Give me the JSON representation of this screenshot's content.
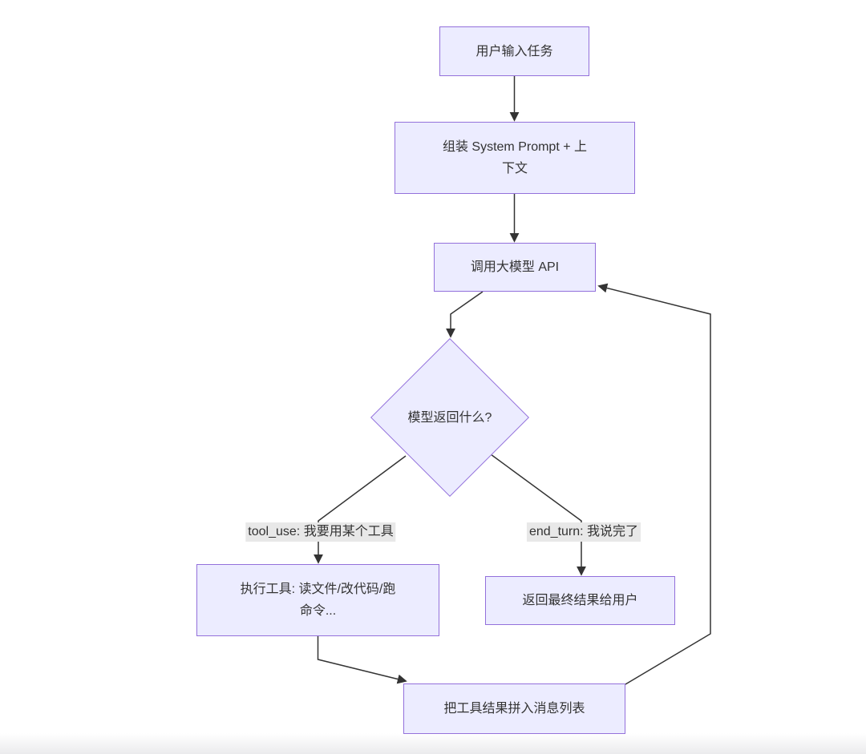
{
  "diagram": {
    "type": "flowchart",
    "direction": "top-down",
    "colors": {
      "node_fill": "#ECECFF",
      "node_border": "#9370DB",
      "edge_color": "#333333",
      "text_color": "#333333",
      "edge_label_bg": "#e8e8e8",
      "background": "#ffffff"
    },
    "nodes": [
      {
        "id": "user-task",
        "shape": "rect",
        "label": "用户输入任务",
        "lines": [
          "用户输入任务"
        ]
      },
      {
        "id": "assemble-prompt",
        "shape": "rect",
        "label": "组装 System Prompt + 上下文",
        "lines": [
          "组装 System Prompt + 上",
          "下文"
        ]
      },
      {
        "id": "call-llm-api",
        "shape": "rect",
        "label": "调用大模型 API",
        "lines": [
          "调用大模型 API"
        ]
      },
      {
        "id": "model-decision",
        "shape": "diamond",
        "label": "模型返回什么?",
        "lines": [
          "模型返回什么?"
        ]
      },
      {
        "id": "execute-tool",
        "shape": "rect",
        "label": "执行工具: 读文件/改代码/跑命令...",
        "lines": [
          "执行工具: 读文件/改代码/跑",
          "命令..."
        ]
      },
      {
        "id": "return-result",
        "shape": "rect",
        "label": "返回最终结果给用户",
        "lines": [
          "返回最终结果给用户"
        ]
      },
      {
        "id": "append-message",
        "shape": "rect",
        "label": "把工具结果拼入消息列表",
        "lines": [
          "把工具结果拼入消息列表"
        ]
      }
    ],
    "edge_labels": [
      {
        "id": "tool-use",
        "text": "tool_use: 我要用某个工具"
      },
      {
        "id": "end-turn",
        "text": "end_turn: 我说完了"
      }
    ],
    "edges": [
      {
        "from": "user-task",
        "to": "assemble-prompt",
        "label": ""
      },
      {
        "from": "assemble-prompt",
        "to": "call-llm-api",
        "label": ""
      },
      {
        "from": "call-llm-api",
        "to": "model-decision",
        "label": ""
      },
      {
        "from": "model-decision",
        "to": "execute-tool",
        "label": "tool_use: 我要用某个工具"
      },
      {
        "from": "model-decision",
        "to": "return-result",
        "label": "end_turn: 我说完了"
      },
      {
        "from": "execute-tool",
        "to": "append-message",
        "label": ""
      },
      {
        "from": "append-message",
        "to": "call-llm-api",
        "label": ""
      }
    ]
  }
}
